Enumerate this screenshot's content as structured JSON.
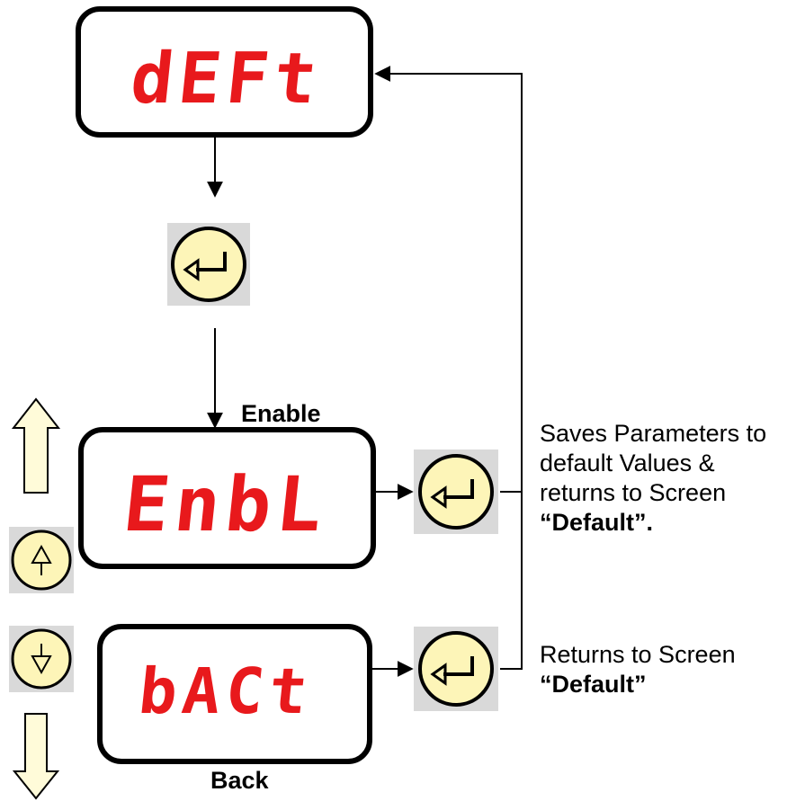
{
  "screens": {
    "default": {
      "display": "dEFt"
    },
    "enable": {
      "display": "EnbL",
      "label": "Enable"
    },
    "back": {
      "display": "bACt",
      "label": "Back"
    }
  },
  "notes": {
    "save": {
      "line1": "Saves Parameters to",
      "line2": "default Values &",
      "line3": "returns to Screen",
      "line4": "“Default”."
    },
    "return": {
      "line1": "Returns to Screen",
      "line2": "“Default”"
    }
  },
  "icons": {
    "enter_key": "enter-key-icon",
    "up_key": "up-key-icon",
    "down_key": "down-key-icon",
    "scroll_up": "scroll-up-arrow-icon",
    "scroll_down": "scroll-down-arrow-icon"
  },
  "colors": {
    "display_text": "#e8191c",
    "key_fill": "#fdf5b8",
    "key_bg": "#d9d9d9",
    "hollow_arrow_fill": "#fffbd9"
  }
}
